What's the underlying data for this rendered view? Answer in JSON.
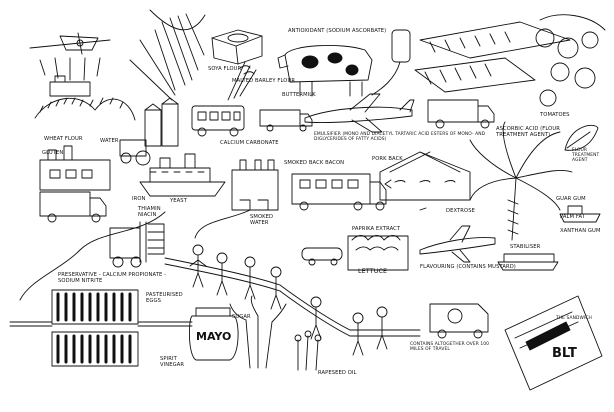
{
  "labels": {
    "soya_flour": "SOYA FLOUR",
    "malted_barley_flour": "MALTED BARLEY FLOUR",
    "antioxidant": "ANTIOXIDANT (SODIUM ASCORBATE)",
    "buttermilk": "BUTTERMILK",
    "wheat_flour": "WHEAT FLOUR",
    "gluten": "GLUTEN",
    "water": "WATER",
    "calcium_carbonate": "CALCIUM CARBONATE",
    "smoked_back_bacon": "SMOKED BACK BACON",
    "emulsifier": "EMULSIFIER (MONO AND DIACETYL TARTARIC ACID ESTERS OF MONO- AND DIGLYCERIDES OF FATTY ACIDS)",
    "tomatoes": "TOMATOES",
    "ascorbic_acid": "ASCORBIC ACID (FLOUR TREATMENT AGENT)",
    "flour_treatment": "FLOUR TREATMENT AGENT",
    "pork_back": "PORK BACK",
    "iron": "IRON",
    "yeast": "YEAST",
    "thiamin_niacin": "THIAMIN NIACIN",
    "dextrose": "DEXTROSE",
    "guar_gum": "GUAR GUM",
    "palm_fat": "PALM FAT",
    "xanthan_gum": "XANTHAN GUM",
    "smoked_water": "SMOKED WATER",
    "paprika_extract": "PAPRIKA EXTRACT",
    "stabiliser": "STABILISER",
    "preservative": "PRESERVATIVE - CALCIUM PROPIONATE - SODIUM NITRITE",
    "lettuce": "LETTUCE",
    "flavouring": "FLAVOURING (CONTAINS MUSTARD)",
    "pasteurised_eggs": "PASTEURISED EGGS",
    "sugar": "SUGAR",
    "mayo": "MAYO",
    "spirit_vinegar": "SPIRIT VINEGAR",
    "rapeseed_oil": "RAPESEED OIL",
    "pack_text": "THE SANDWICH",
    "blt": "BLT",
    "footnote": "CONTAINS ALTOGETHER OVER 100 MILES OF TRAVEL"
  }
}
